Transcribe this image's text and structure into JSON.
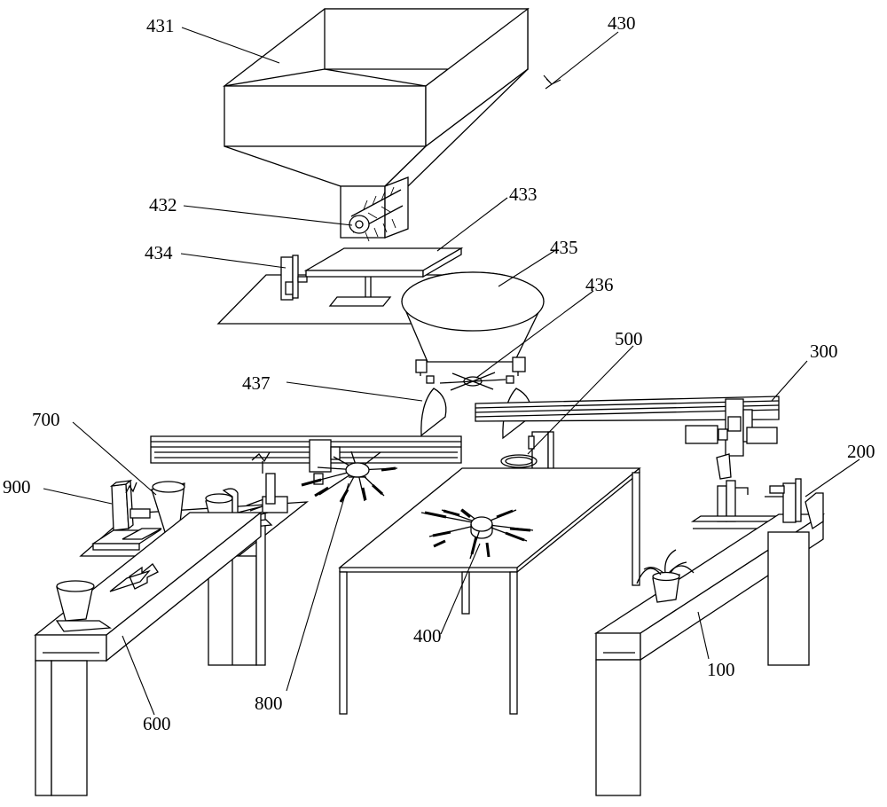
{
  "labels": {
    "l431": "431",
    "l430": "430",
    "l432": "432",
    "l433": "433",
    "l434": "434",
    "l435": "435",
    "l436": "436",
    "l437": "437",
    "l500": "500",
    "l300": "300",
    "l700": "700",
    "l900": "900",
    "l200": "200",
    "l400": "400",
    "l100": "100",
    "l800": "800",
    "l600": "600"
  }
}
